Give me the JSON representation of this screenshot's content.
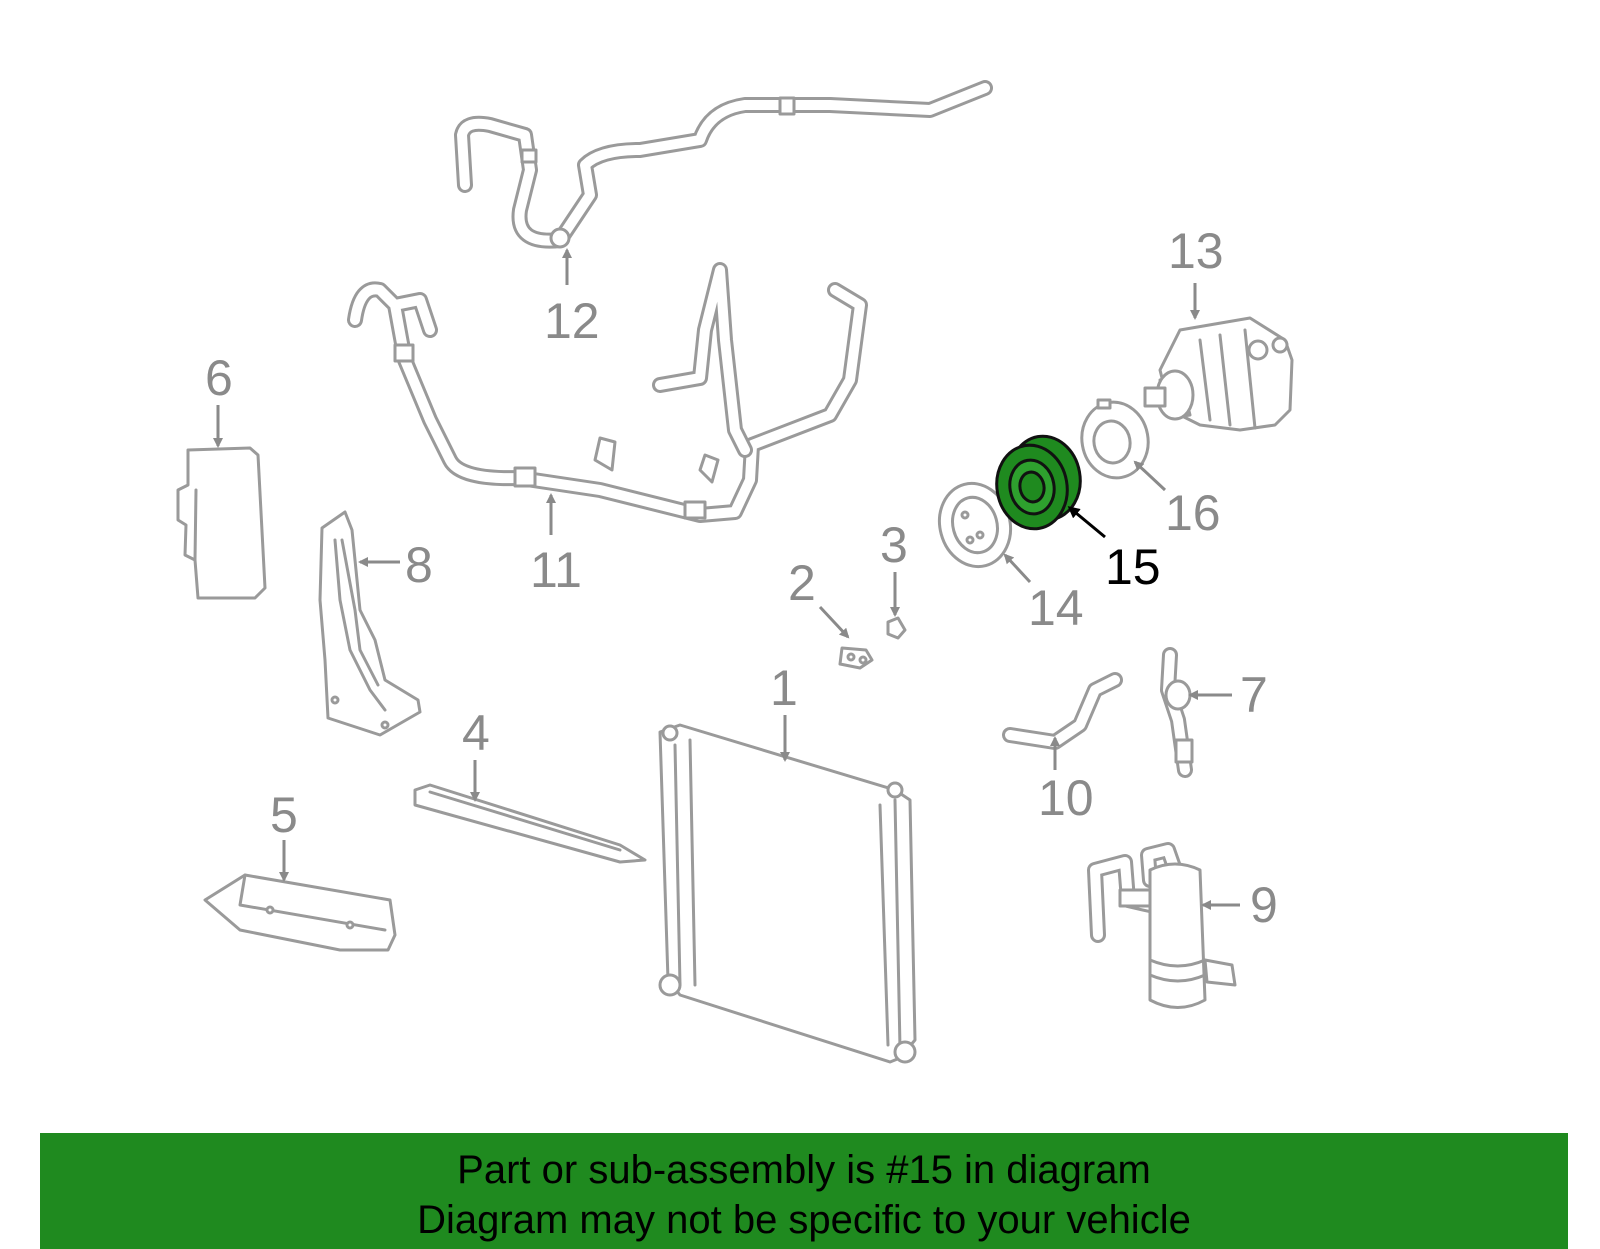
{
  "diagram": {
    "highlight_color": "#1f8a1f",
    "part_color": "#9a9a9a",
    "highlighted_part": "15",
    "callouts": [
      "1",
      "2",
      "3",
      "4",
      "5",
      "6",
      "7",
      "8",
      "9",
      "10",
      "11",
      "12",
      "13",
      "14",
      "15",
      "16"
    ]
  },
  "banner": {
    "background": "#1f8a1f",
    "line1": "Part or sub-assembly is #15 in diagram",
    "line2": "Diagram may not be specific to your vehicle"
  }
}
